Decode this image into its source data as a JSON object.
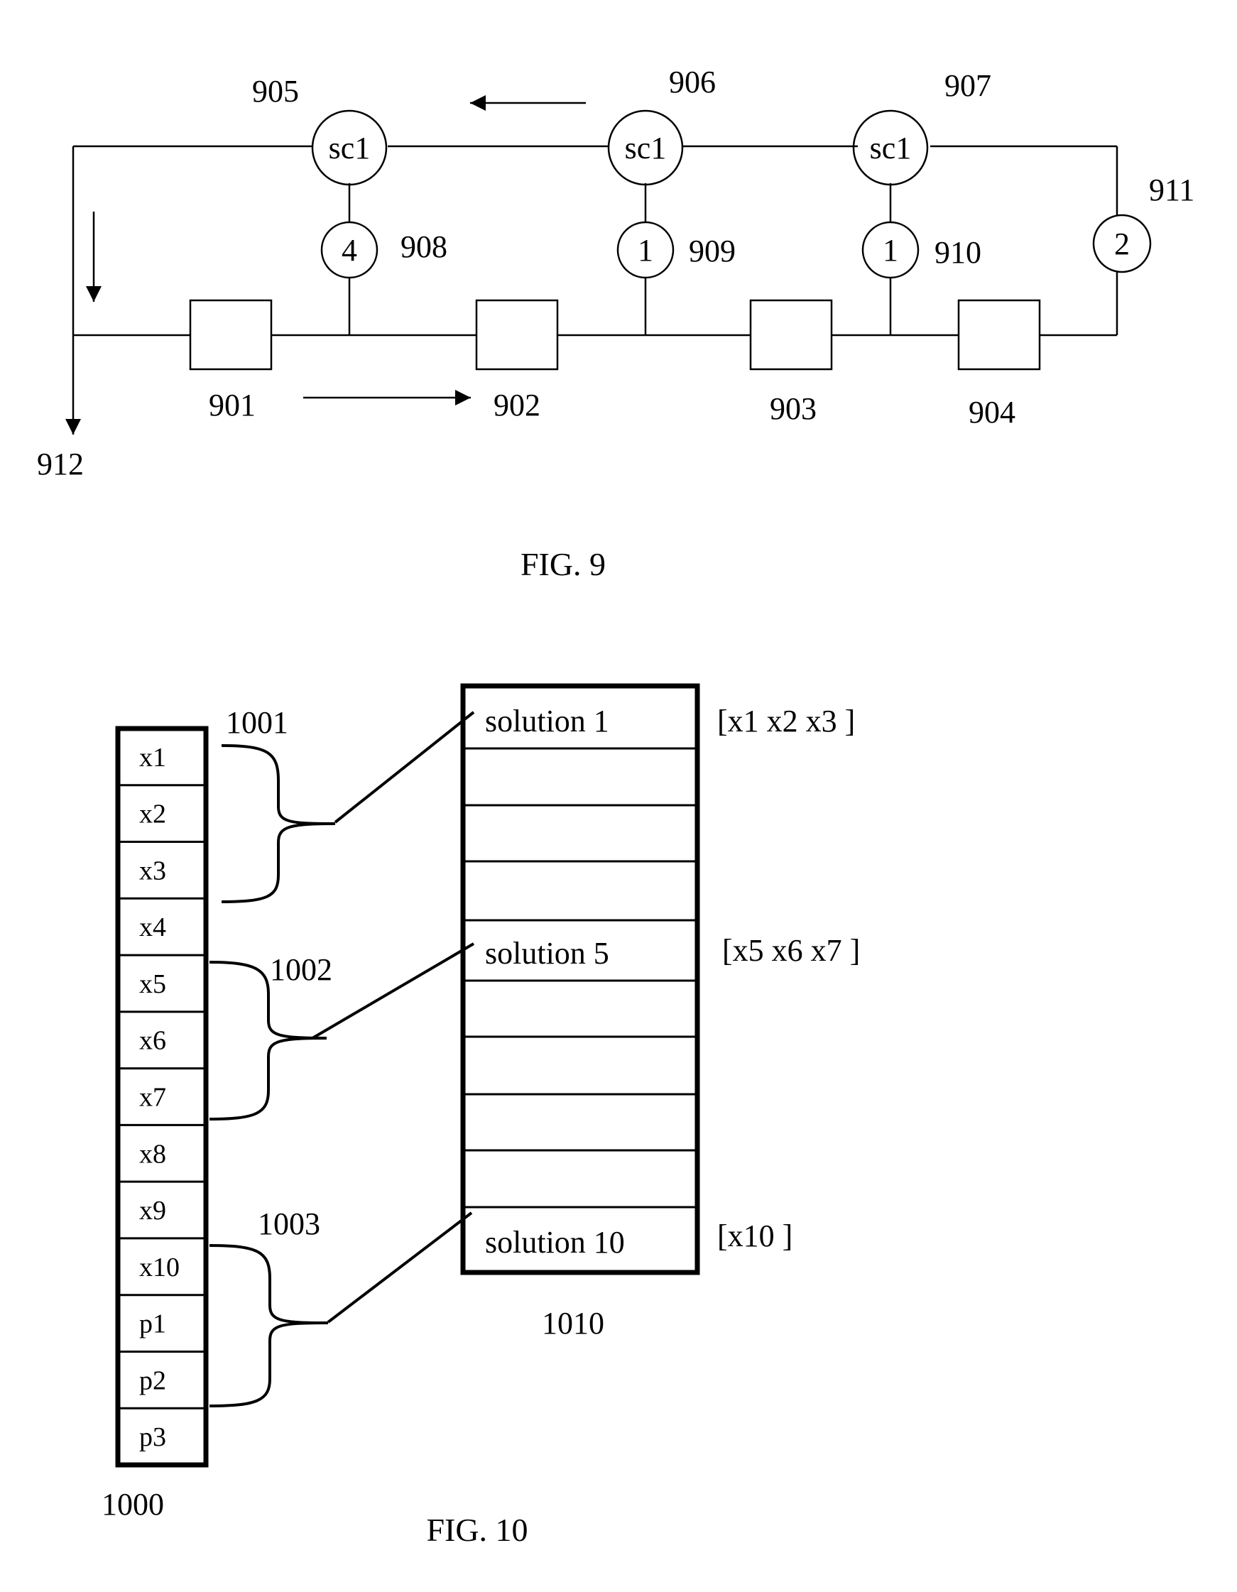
{
  "fig9": {
    "caption": "FIG. 9",
    "switches": [
      {
        "label": "sc1",
        "ref": "905"
      },
      {
        "label": "sc1",
        "ref": "906"
      },
      {
        "label": "sc1",
        "ref": "907"
      }
    ],
    "counters": [
      {
        "value": "4",
        "ref": "908"
      },
      {
        "value": "1",
        "ref": "909"
      },
      {
        "value": "1",
        "ref": "910"
      },
      {
        "value": "2",
        "ref": "911"
      }
    ],
    "blocks": [
      "901",
      "902",
      "903",
      "904"
    ],
    "exit_ref": "912"
  },
  "fig10": {
    "caption": "FIG. 10",
    "vector_ref": "1000",
    "vector_cells": [
      "x1",
      "x2",
      "x3",
      "x4",
      "x5",
      "x6",
      "x7",
      "x8",
      "x9",
      "x10",
      "p1",
      "p2",
      "p3"
    ],
    "groups": [
      {
        "ref": "1001",
        "solution": "solution 1",
        "set": "[x1 x2 x3 ]"
      },
      {
        "ref": "1002",
        "solution": "solution 5",
        "set": "[x5 x6 x7 ]"
      },
      {
        "ref": "1003",
        "solution": "solution 10",
        "set": "[x10 ]"
      }
    ],
    "table_ref": "1010"
  }
}
